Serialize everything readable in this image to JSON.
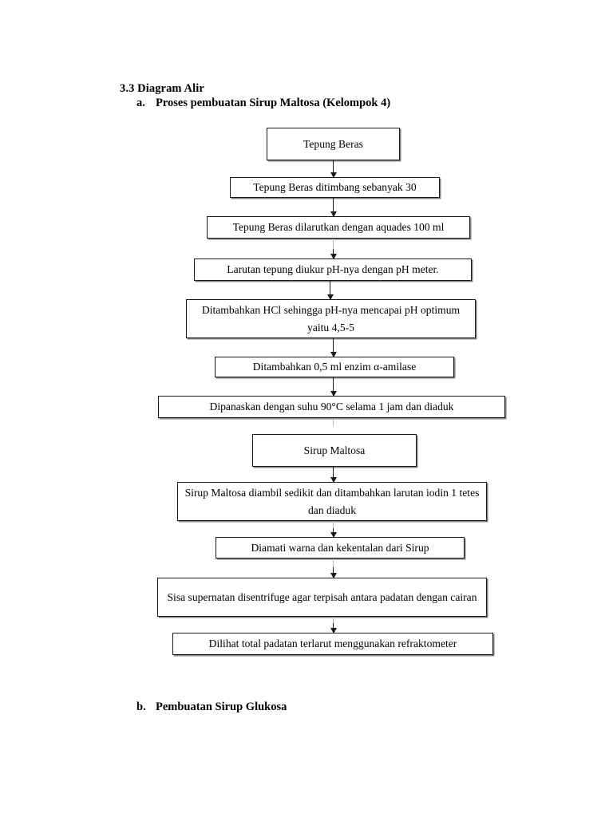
{
  "document": {
    "section_number": "3.3",
    "section_title": "3.3 Diagram Alir",
    "items": [
      {
        "marker": "a.",
        "title": "Proses pembuatan Sirup Maltosa (Kelompok 4)"
      },
      {
        "marker": "b.",
        "title": "Pembuatan Sirup Glukosa"
      }
    ]
  },
  "flowchart": {
    "title": "Proses pembuatan Sirup Maltosa (Kelompok 4)",
    "orientation": "top-to-bottom",
    "nodes": [
      {
        "id": "n1",
        "text": "Tepung Beras"
      },
      {
        "id": "n2",
        "text": "Tepung Beras ditimbang sebanyak 30"
      },
      {
        "id": "n3",
        "text": "Tepung Beras dilarutkan dengan aquades 100 ml"
      },
      {
        "id": "n4",
        "text": "Larutan tepung diukur pH-nya dengan pH meter."
      },
      {
        "id": "n5",
        "text": "Ditambahkan HCl sehingga pH-nya mencapai pH optimum yaitu 4,5-5"
      },
      {
        "id": "n6",
        "text": "Ditambahkan 0,5 ml enzim α-amilase"
      },
      {
        "id": "n7",
        "text": "Dipanaskan dengan suhu 90°C selama 1 jam dan diaduk"
      },
      {
        "id": "n8",
        "text": "Sirup Maltosa"
      },
      {
        "id": "n9",
        "text": "Sirup Maltosa diambil sedikit dan ditambahkan larutan iodin 1 tetes dan diaduk"
      },
      {
        "id": "n10",
        "text": "Diamati warna dan kekentalan dari Sirup"
      },
      {
        "id": "n11",
        "text": "Sisa supernatan disentrifuge agar terpisah antara padatan dengan cairan"
      },
      {
        "id": "n12",
        "text": "Dilihat total padatan terlarut menggunakan refraktometer"
      }
    ],
    "edges": [
      {
        "from": "n1",
        "to": "n2"
      },
      {
        "from": "n2",
        "to": "n3"
      },
      {
        "from": "n3",
        "to": "n4"
      },
      {
        "from": "n4",
        "to": "n5"
      },
      {
        "from": "n5",
        "to": "n6"
      },
      {
        "from": "n6",
        "to": "n7"
      },
      {
        "from": "n8",
        "to": "n9"
      },
      {
        "from": "n9",
        "to": "n10"
      },
      {
        "from": "n10",
        "to": "n11"
      },
      {
        "from": "n11",
        "to": "n12"
      }
    ]
  },
  "colors": {
    "page_background": "#ffffff",
    "text": "#000000",
    "box_border": "#1a1a1a",
    "box_shadow": "#808080",
    "connector": "#1a1a1a"
  }
}
